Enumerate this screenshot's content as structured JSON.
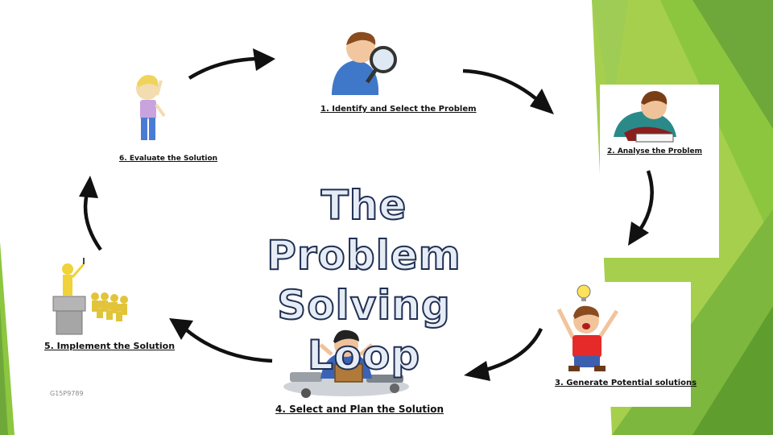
{
  "title": {
    "line1": "The Problem",
    "line2": "Solving Loop"
  },
  "steps": [
    {
      "label": "1. Identify and Select the Problem",
      "icon": "magnifying-glass-person-icon"
    },
    {
      "label": "2. Analyse the Problem",
      "icon": "reading-person-icon"
    },
    {
      "label": "3. Generate Potential solutions",
      "icon": "lightbulb-person-icon"
    },
    {
      "label": "4. Select and Plan the Solution",
      "icon": "toolbox-person-icon"
    },
    {
      "label": "5. Implement the Solution",
      "icon": "building-blocks-person-icon"
    },
    {
      "label": "6. Evaluate the Solution",
      "icon": "thinking-person-icon"
    }
  ],
  "footer_code": "G15P9789",
  "colors": {
    "accent_green": "#8dc63f",
    "dark_green": "#5a9a2a",
    "title_fill": "#e6ecf5",
    "title_outline": "#1f2f52"
  }
}
